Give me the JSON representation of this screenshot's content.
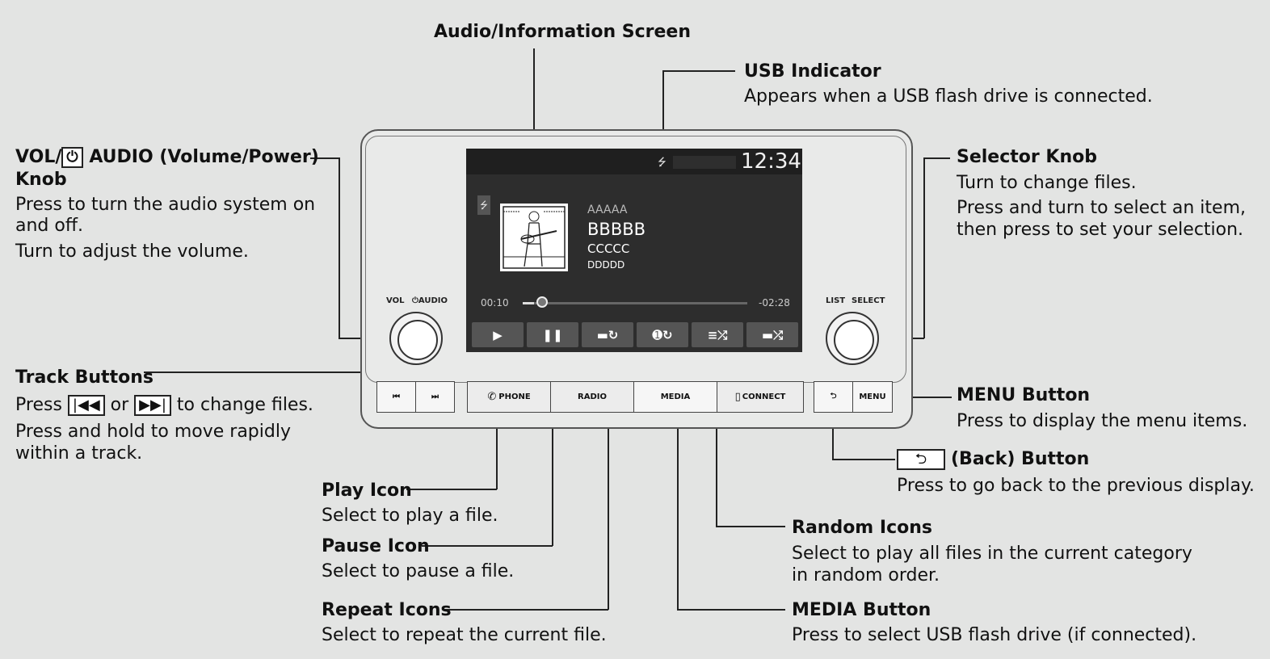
{
  "labels": {
    "audio_screen": "Audio/Information Screen",
    "usb_title": "USB Indicator",
    "usb_desc": "Appears when a USB flash drive is connected.",
    "vol_title_pre": "VOL/",
    "vol_title_post": " AUDIO (Volume/Power)",
    "vol_title_line2": "Knob",
    "vol_desc1": "Press to turn the audio system on",
    "vol_desc2": "and off.",
    "vol_desc3": "Turn to adjust the volume.",
    "selector_title": "Selector Knob",
    "selector_desc1": "Turn to change files.",
    "selector_desc2": "Press and turn to select an item,",
    "selector_desc3": "then press to set your selection.",
    "track_title": "Track Buttons",
    "track_press": "Press",
    "track_or": "or",
    "track_desc1_end": "to change files.",
    "track_desc2": "Press and hold to move rapidly",
    "track_desc3": "within a track.",
    "menu_title": "MENU Button",
    "menu_desc": "Press to display the menu items.",
    "back_title": "(Back) Button",
    "back_desc": "Press to go back to the previous display.",
    "play_title": "Play Icon",
    "play_desc": "Select to play a file.",
    "pause_title": "Pause Icon",
    "pause_desc": "Select to pause a file.",
    "repeat_title": "Repeat Icons",
    "repeat_desc": "Select to repeat the current file.",
    "random_title": "Random Icons",
    "random_desc1": "Select to play all files in the current category",
    "random_desc2": "in random order.",
    "media_title": "MEDIA Button",
    "media_desc": "Press to select USB flash drive (if connected)."
  },
  "unit": {
    "vol_label": "VOL",
    "audio_label": "AUDIO",
    "list_label": "LIST",
    "select_label": "SELECT",
    "phone": "PHONE",
    "radio": "RADIO",
    "media": "MEDIA",
    "connect": "CONNECT",
    "menu": "MENU"
  },
  "screen": {
    "clock": "12:34",
    "artist": "AAAAA",
    "title": "BBBBB",
    "album": "CCCCC",
    "extra": "DDDDD",
    "elapsed": "00:10",
    "remaining": "-02:28",
    "progress": 0.05
  },
  "icons": {
    "power": "power-icon",
    "usb": "usb-icon",
    "play": "play-icon",
    "pause": "pause-icon",
    "back": "back-arrow-icon"
  }
}
